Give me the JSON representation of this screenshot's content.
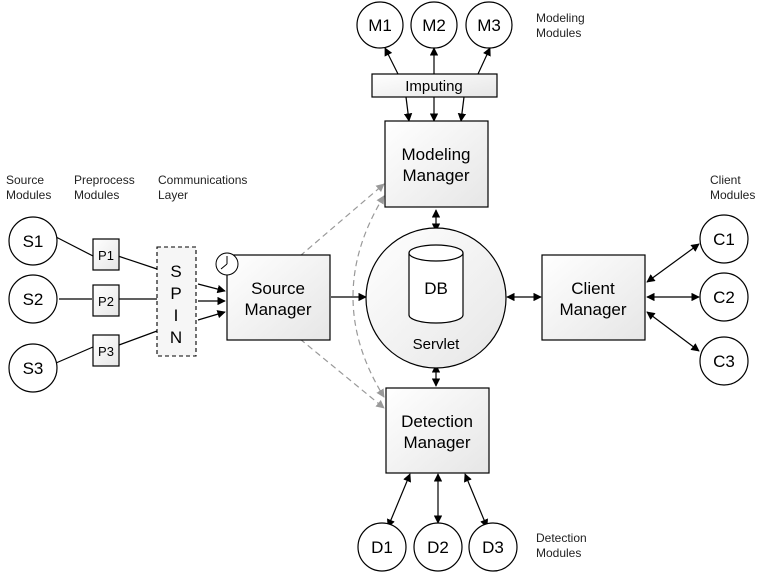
{
  "labels": {
    "modeling_modules": [
      "Modeling",
      "Modules"
    ],
    "detection_modules": [
      "Detection",
      "Modules"
    ],
    "source_modules": [
      "Source",
      "Modules"
    ],
    "preprocess_modules": [
      "Preprocess",
      "Modules"
    ],
    "communications_layer": [
      "Communications",
      "Layer"
    ],
    "client_modules": [
      "Client",
      "Modules"
    ]
  },
  "nodes": {
    "m1": "M1",
    "m2": "M2",
    "m3": "M3",
    "imputing": "Imputing",
    "modeling_manager": [
      "Modeling",
      "Manager"
    ],
    "source_manager": [
      "Source",
      "Manager"
    ],
    "detection_manager": [
      "Detection",
      "Manager"
    ],
    "client_manager": [
      "Client",
      "Manager"
    ],
    "db": "DB",
    "servlet": "Servlet",
    "spin": [
      "S",
      "P",
      "I",
      "N"
    ],
    "s1": "S1",
    "s2": "S2",
    "s3": "S3",
    "p1": "P1",
    "p2": "P2",
    "p3": "P3",
    "c1": "C1",
    "c2": "C2",
    "c3": "C3",
    "d1": "D1",
    "d2": "D2",
    "d3": "D3"
  },
  "colors": {
    "stroke": "#000000",
    "dashed_arrow": "#999999",
    "fill": "#ffffff",
    "shade": "#f2f2f2"
  }
}
